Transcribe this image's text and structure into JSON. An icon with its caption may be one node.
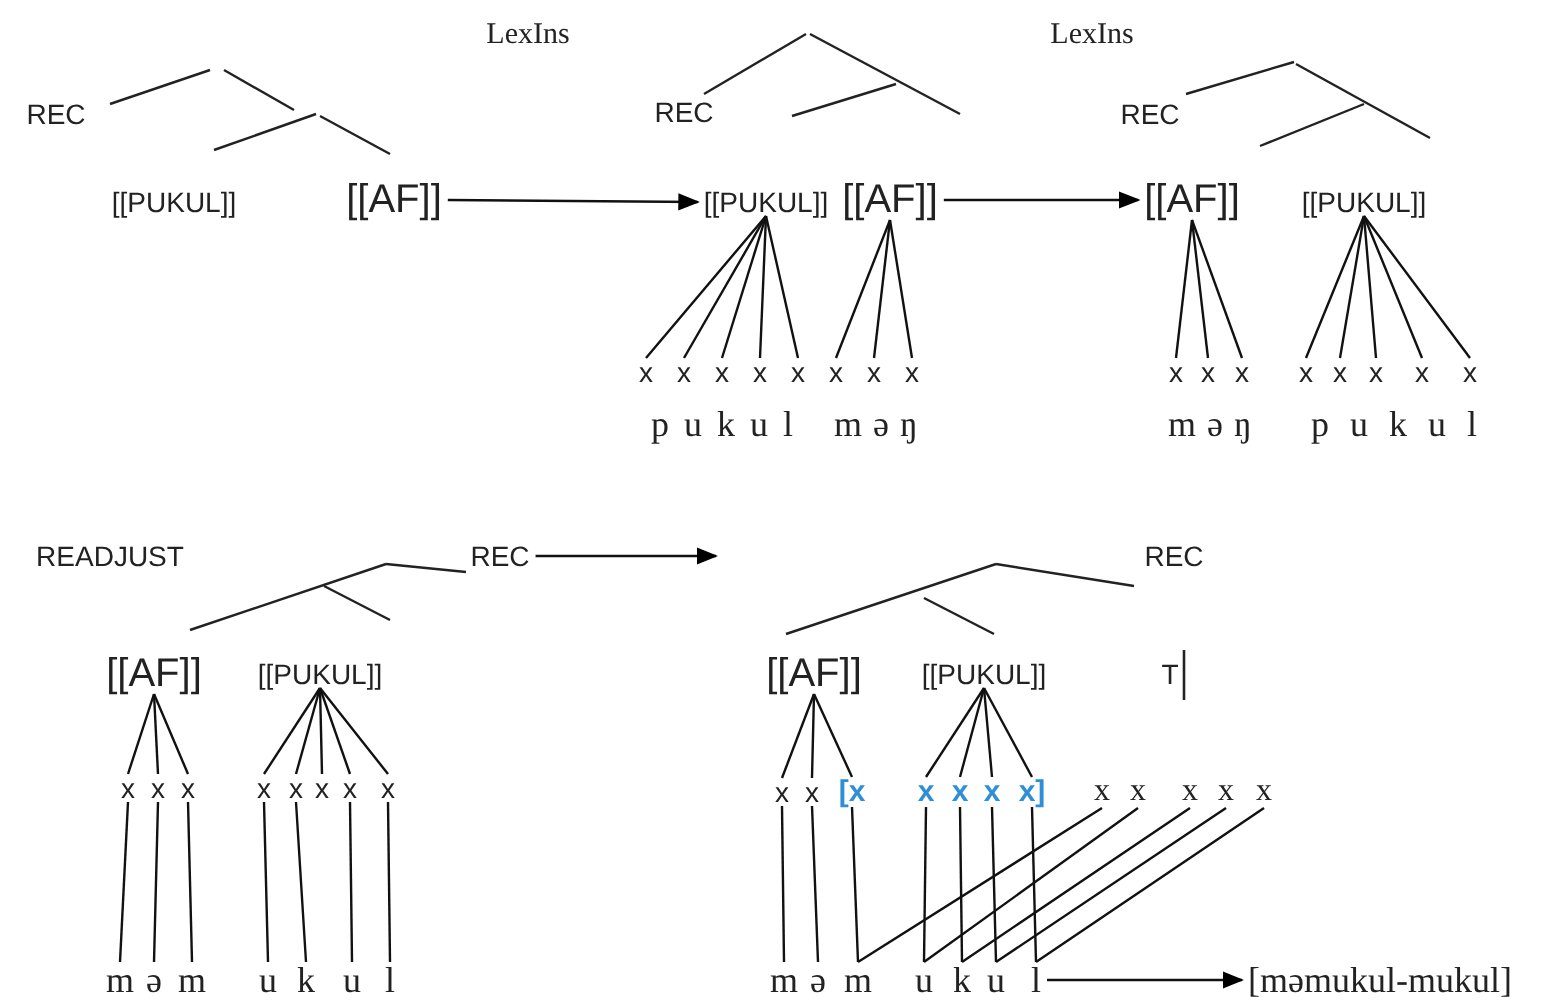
{
  "diagram": {
    "nodes": [
      {
        "text": [
          "[[PUKUL]]"
        ]
      },
      {
        "text": [
          "[[AF]]"
        ]
      },
      {
        "text": [
          "[[PUKUL]]"
        ]
      },
      {
        "text": [
          "[[AF]]"
        ]
      },
      {
        "text": [
          "x"
        ]
      },
      {
        "text": [
          "x"
        ]
      },
      {
        "text": [
          "x"
        ]
      },
      {
        "text": [
          "x"
        ]
      },
      {
        "text": [
          "x"
        ]
      },
      {
        "text": [
          "x"
        ]
      },
      {
        "text": [
          "x"
        ]
      },
      {
        "text": [
          "x"
        ]
      },
      {
        "text": [
          "[[AF]]"
        ]
      },
      {
        "text": [
          "[[PUKUL]]"
        ]
      },
      {
        "text": [
          "x"
        ]
      },
      {
        "text": [
          "x"
        ]
      },
      {
        "text": [
          "x"
        ]
      },
      {
        "text": [
          "x"
        ]
      },
      {
        "text": [
          "x"
        ]
      },
      {
        "text": [
          "x"
        ]
      },
      {
        "text": [
          "x"
        ]
      },
      {
        "text": [
          "x"
        ]
      },
      {
        "text": [
          "REC"
        ]
      },
      {
        "text": [
          "[[AF]]"
        ]
      },
      {
        "text": [
          "[[PUKUL]]"
        ]
      },
      {
        "text": [
          "x"
        ]
      },
      {
        "text": [
          "x"
        ]
      },
      {
        "text": [
          "x"
        ]
      },
      {
        "text": [
          "x"
        ]
      },
      {
        "text": [
          "x"
        ]
      },
      {
        "text": [
          "x"
        ]
      },
      {
        "text": [
          "x"
        ]
      },
      {
        "text": [
          "x"
        ]
      },
      {
        "text": [
          "m"
        ]
      },
      {
        "text": [
          "ə"
        ]
      },
      {
        "text": [
          "m"
        ]
      },
      {
        "text": [
          "u"
        ]
      },
      {
        "text": [
          "k"
        ]
      },
      {
        "text": [
          "u"
        ]
      },
      {
        "text": [
          "l"
        ]
      },
      {
        "text": [
          "[[AF]]"
        ]
      },
      {
        "text": [
          "[[PUKUL]]"
        ]
      },
      {
        "text": [
          "x"
        ]
      },
      {
        "text": [
          "x"
        ]
      },
      {
        "text": [
          "[x"
        ]
      },
      {
        "text": [
          "x"
        ]
      },
      {
        "text": [
          "x"
        ]
      },
      {
        "text": [
          "x"
        ]
      },
      {
        "text": [
          "x]"
        ]
      },
      {
        "text": [
          "x"
        ]
      },
      {
        "text": [
          "x"
        ]
      },
      {
        "text": [
          "x"
        ]
      },
      {
        "text": [
          "x"
        ]
      },
      {
        "text": [
          "x"
        ]
      },
      {
        "text": [
          "m"
        ]
      },
      {
        "text": [
          "ə"
        ]
      },
      {
        "text": [
          "m"
        ]
      },
      {
        "text": [
          "u"
        ]
      },
      {
        "text": [
          "k"
        ]
      },
      {
        "text": [
          "u"
        ]
      },
      {
        "text": [
          "l"
        ]
      },
      {
        "text": [
          "[məmukul-mukul]"
        ]
      }
    ],
    "edges": [
      {
        "from": 1,
        "to": 2,
        "arrow": "to"
      },
      {
        "from": 2,
        "to": 4,
        "arrow": "none"
      },
      {
        "from": 2,
        "to": 5,
        "arrow": "none"
      },
      {
        "from": 2,
        "to": 6,
        "arrow": "none"
      },
      {
        "from": 2,
        "to": 7,
        "arrow": "none"
      },
      {
        "from": 2,
        "to": 8,
        "arrow": "none"
      },
      {
        "from": 3,
        "to": 9,
        "arrow": "none"
      },
      {
        "from": 3,
        "to": 10,
        "arrow": "none"
      },
      {
        "from": 3,
        "to": 11,
        "arrow": "none"
      },
      {
        "from": 3,
        "to": 12,
        "arrow": "to"
      },
      {
        "from": 12,
        "to": 14,
        "arrow": "none"
      },
      {
        "from": 12,
        "to": 15,
        "arrow": "none"
      },
      {
        "from": 12,
        "to": 16,
        "arrow": "none"
      },
      {
        "from": 13,
        "to": 17,
        "arrow": "none"
      },
      {
        "from": 13,
        "to": 18,
        "arrow": "none"
      },
      {
        "from": 13,
        "to": 19,
        "arrow": "none"
      },
      {
        "from": 13,
        "to": 20,
        "arrow": "none"
      },
      {
        "from": 13,
        "to": 21,
        "arrow": "none"
      },
      {
        "from": 22,
        "to": null,
        "arrow": "to"
      },
      {
        "from": 23,
        "to": 25,
        "arrow": "none"
      },
      {
        "from": 23,
        "to": 26,
        "arrow": "none"
      },
      {
        "from": 23,
        "to": 27,
        "arrow": "none"
      },
      {
        "from": 24,
        "to": 28,
        "arrow": "none"
      },
      {
        "from": 24,
        "to": 29,
        "arrow": "none"
      },
      {
        "from": 24,
        "to": 30,
        "arrow": "none"
      },
      {
        "from": 24,
        "to": 31,
        "arrow": "none"
      },
      {
        "from": 24,
        "to": 32,
        "arrow": "none"
      },
      {
        "from": 25,
        "to": 33,
        "arrow": "none"
      },
      {
        "from": 26,
        "to": 34,
        "arrow": "none"
      },
      {
        "from": 27,
        "to": 35,
        "arrow": "none"
      },
      {
        "from": 28,
        "to": 36,
        "arrow": "none"
      },
      {
        "from": 29,
        "to": 37,
        "arrow": "none"
      },
      {
        "from": 31,
        "to": 38,
        "arrow": "none"
      },
      {
        "from": 32,
        "to": 39,
        "arrow": "none"
      },
      {
        "from": 40,
        "to": 42,
        "arrow": "none"
      },
      {
        "from": 40,
        "to": 43,
        "arrow": "none"
      },
      {
        "from": 40,
        "to": 44,
        "arrow": "none"
      },
      {
        "from": 41,
        "to": 45,
        "arrow": "none"
      },
      {
        "from": 41,
        "to": 46,
        "arrow": "none"
      },
      {
        "from": 41,
        "to": 47,
        "arrow": "none"
      },
      {
        "from": 41,
        "to": 48,
        "arrow": "none"
      },
      {
        "from": 42,
        "to": 54,
        "arrow": "none"
      },
      {
        "from": 43,
        "to": 55,
        "arrow": "none"
      },
      {
        "from": 44,
        "to": 56,
        "arrow": "none"
      },
      {
        "from": 45,
        "to": 57,
        "arrow": "none"
      },
      {
        "from": 46,
        "to": 58,
        "arrow": "none"
      },
      {
        "from": 47,
        "to": 59,
        "arrow": "none"
      },
      {
        "from": 48,
        "to": 60,
        "arrow": "none"
      },
      {
        "from": 56,
        "to": 49,
        "arrow": "none"
      },
      {
        "from": 57,
        "to": 50,
        "arrow": "none"
      },
      {
        "from": 58,
        "to": 51,
        "arrow": "none"
      },
      {
        "from": 59,
        "to": 52,
        "arrow": "none"
      },
      {
        "from": 60,
        "to": 53,
        "arrow": "none"
      },
      {
        "from": 60,
        "to": 61,
        "arrow": "to"
      }
    ],
    "labels": [
      "LexIns",
      "LexIns",
      "REC",
      "REC",
      "REC",
      "p u k u l",
      "m ə ŋ",
      "m ə ŋ",
      "p u k u l",
      "READJUST",
      "REC",
      "T"
    ]
  }
}
